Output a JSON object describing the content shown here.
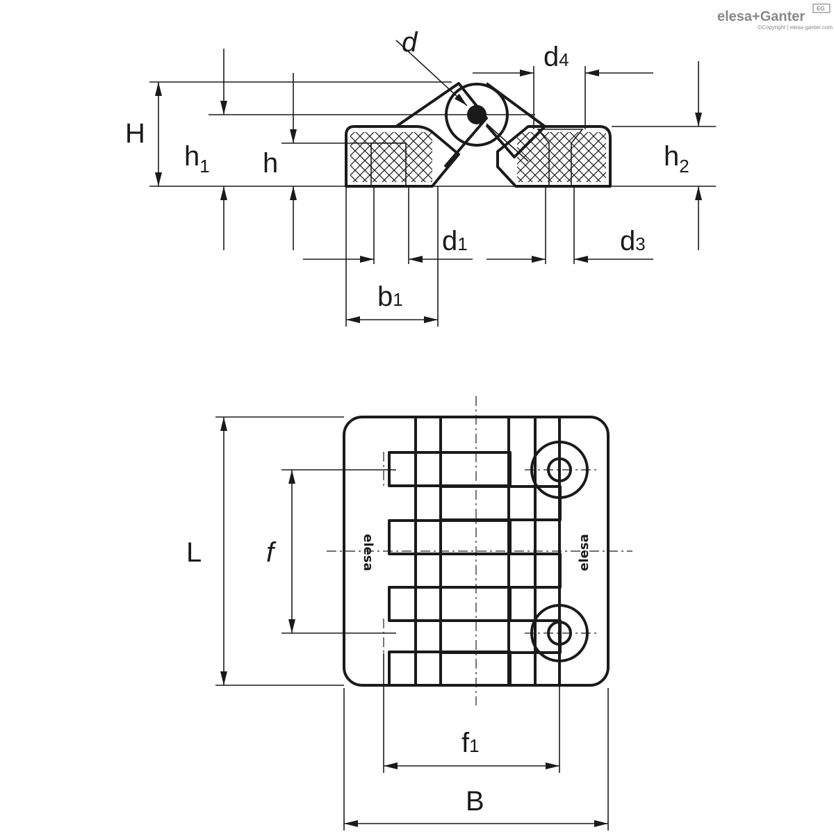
{
  "logo": {
    "brand": "elesa+Ganter",
    "badge": "EG",
    "copyright": "©Copyright | elesa-ganter.com",
    "color": "#888888"
  },
  "side_view_labels": {
    "H": "H",
    "h1_base": "h",
    "h1_sub": "1",
    "h": "h",
    "d": "d",
    "d4_base": "d",
    "d4_sub": "4",
    "h2_base": "h",
    "h2_sub": "2",
    "d1_base": "d",
    "d1_sub": "1",
    "d3_base": "d",
    "d3_sub": "3",
    "b1_base": "b",
    "b1_sub": "1"
  },
  "top_view_labels": {
    "L": "L",
    "f": "f",
    "f1_base": "f",
    "f1_sub": "1",
    "B": "B",
    "mark_left": "elesa",
    "mark_right": "elesa"
  },
  "colors": {
    "line": "#1a1a1a",
    "background": "#ffffff"
  }
}
